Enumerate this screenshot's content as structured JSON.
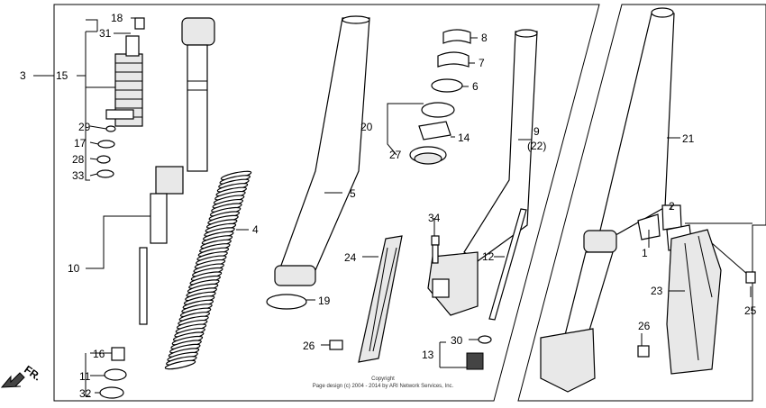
{
  "diagram": {
    "labels": {
      "l1": "1",
      "l2": "2",
      "l3": "3",
      "l4": "4",
      "l5": "5",
      "l6": "6",
      "l7": "7",
      "l8": "8",
      "l9": "9",
      "l9sub": "(22)",
      "l10": "10",
      "l11": "11",
      "l12": "12",
      "l13": "13",
      "l14": "14",
      "l15": "15",
      "l16": "16",
      "l17": "17",
      "l18": "18",
      "l19": "19",
      "l20": "20",
      "l21": "21",
      "l23": "23",
      "l24": "24",
      "l25": "25",
      "l26a": "26",
      "l26b": "26",
      "l27": "27",
      "l28": "28",
      "l29": "29",
      "l30": "30",
      "l31": "31",
      "l32": "32",
      "l33": "33",
      "l34": "34"
    },
    "front_indicator": "FR.",
    "copyright_line1": "Copyright",
    "copyright_line2": "Page design (c) 2004 - 2014 by ARI Network Services, Inc."
  }
}
